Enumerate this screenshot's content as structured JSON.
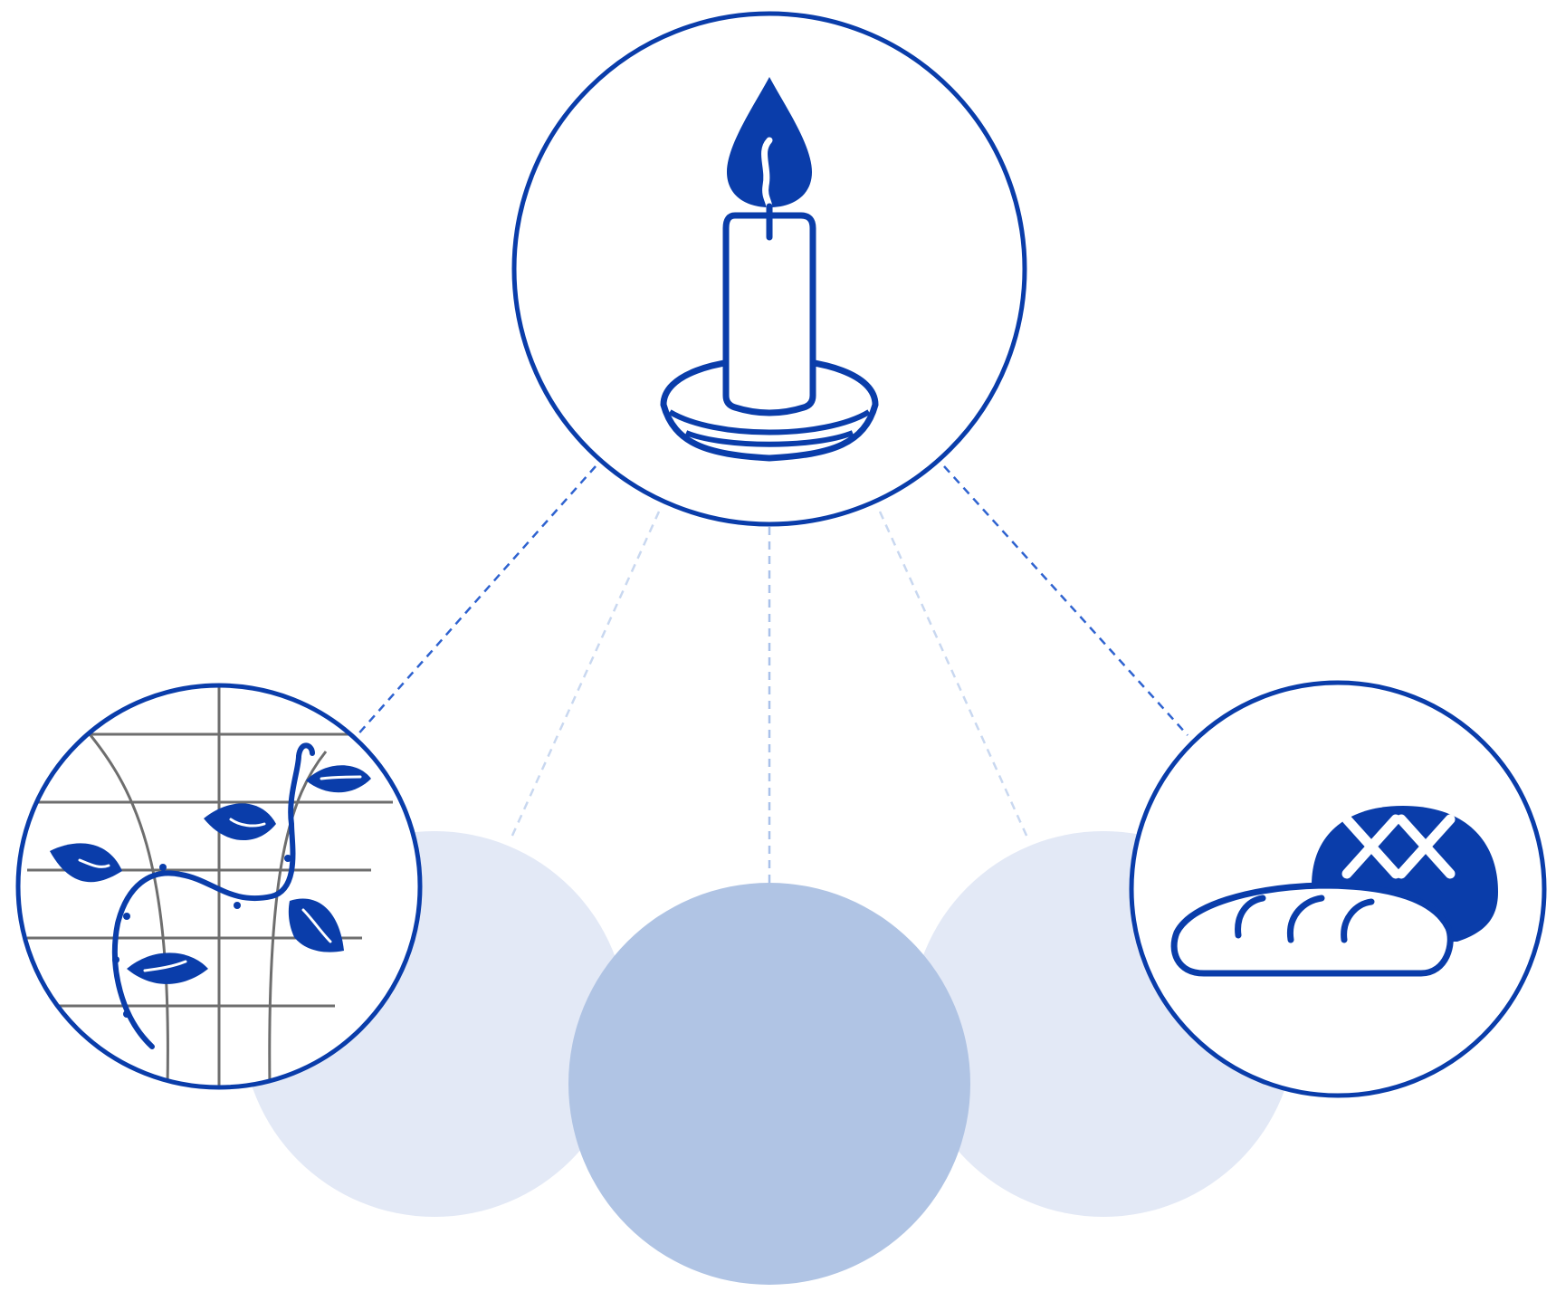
{
  "colors": {
    "primary": "#0A3DAA",
    "light_circle": "#E3E9F6",
    "mid_circle": "#B0C4E4",
    "connector_strong": "#2F63D0",
    "connector_faint": "#C9D8F0",
    "connector_center": "#A9C1EA",
    "trellis_grey": "#6E6E6E",
    "background": "#FFFFFF"
  },
  "nodes": [
    {
      "id": "top",
      "icon": "candle-icon",
      "style": "outlined"
    },
    {
      "id": "left",
      "icon": "vine-trellis-icon",
      "style": "outlined"
    },
    {
      "id": "right",
      "icon": "bread-icon",
      "style": "outlined"
    },
    {
      "id": "mid-left",
      "icon": "",
      "style": "filled-light"
    },
    {
      "id": "center",
      "icon": "",
      "style": "filled-medium"
    },
    {
      "id": "mid-right",
      "icon": "",
      "style": "filled-light"
    }
  ]
}
